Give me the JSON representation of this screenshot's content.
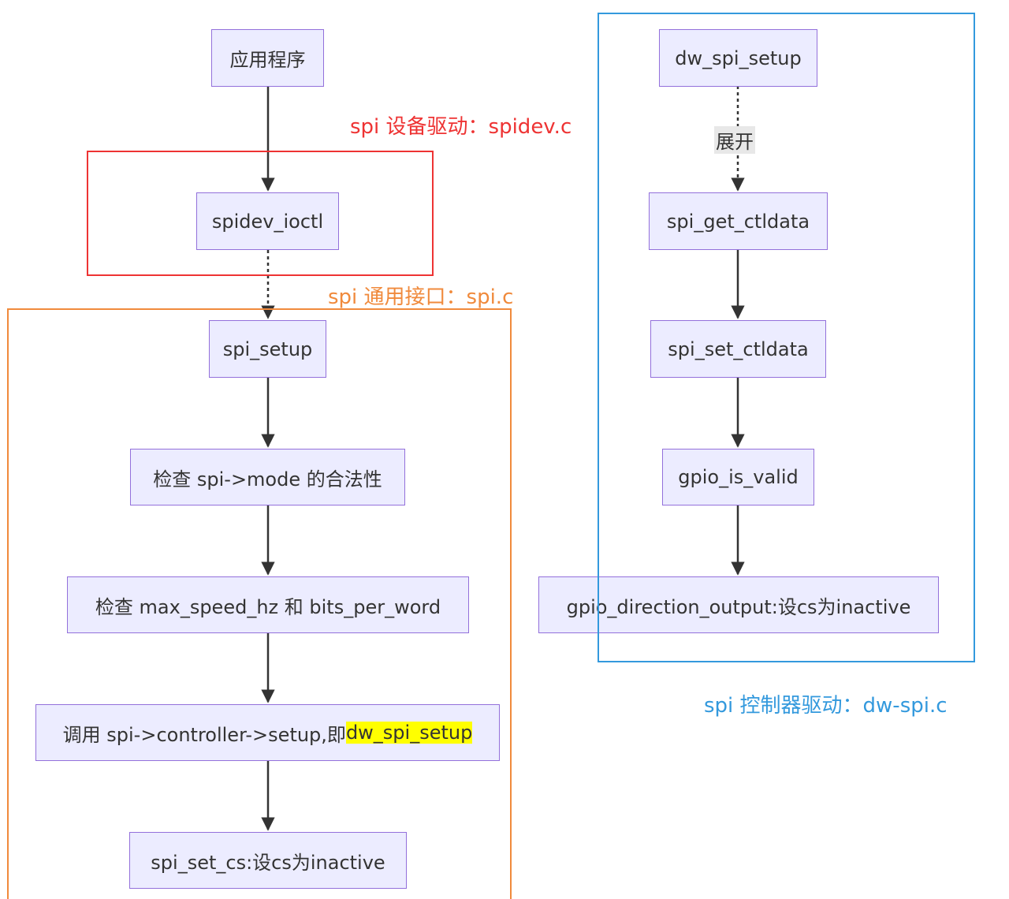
{
  "colors": {
    "node_fill": "#ececff",
    "node_border": "#9370db",
    "edge": "#333333",
    "device_driver": "#ee3333",
    "generic_interface": "#f08a3c",
    "controller_driver": "#3399dd",
    "highlight": "#ffff00"
  },
  "groups": {
    "device_driver": {
      "label": "spi 设备驱动：spidev.c"
    },
    "generic_interface": {
      "label": "spi 通用接口：spi.c"
    },
    "controller_driver": {
      "label": "spi 控制器驱动：dw-spi.c"
    }
  },
  "nodes": {
    "app": "应用程序",
    "spidev_ioctl": "spidev_ioctl",
    "spi_setup": "spi_setup",
    "check_mode": "检查 spi->mode 的合法性",
    "check_speed": "检查 max_speed_hz 和 bits_per_word",
    "call_setup_prefix": "调用 spi->controller->setup,即",
    "call_setup_highlight": "dw_spi_setup",
    "spi_set_cs": "spi_set_cs:设cs为inactive",
    "dw_spi_setup": "dw_spi_setup",
    "spi_get_ctldata": "spi_get_ctldata",
    "spi_set_ctldata": "spi_set_ctldata",
    "gpio_is_valid": "gpio_is_valid",
    "gpio_direction_output": "gpio_direction_output:设cs为inactive"
  },
  "edge_labels": {
    "expand": "展开"
  }
}
